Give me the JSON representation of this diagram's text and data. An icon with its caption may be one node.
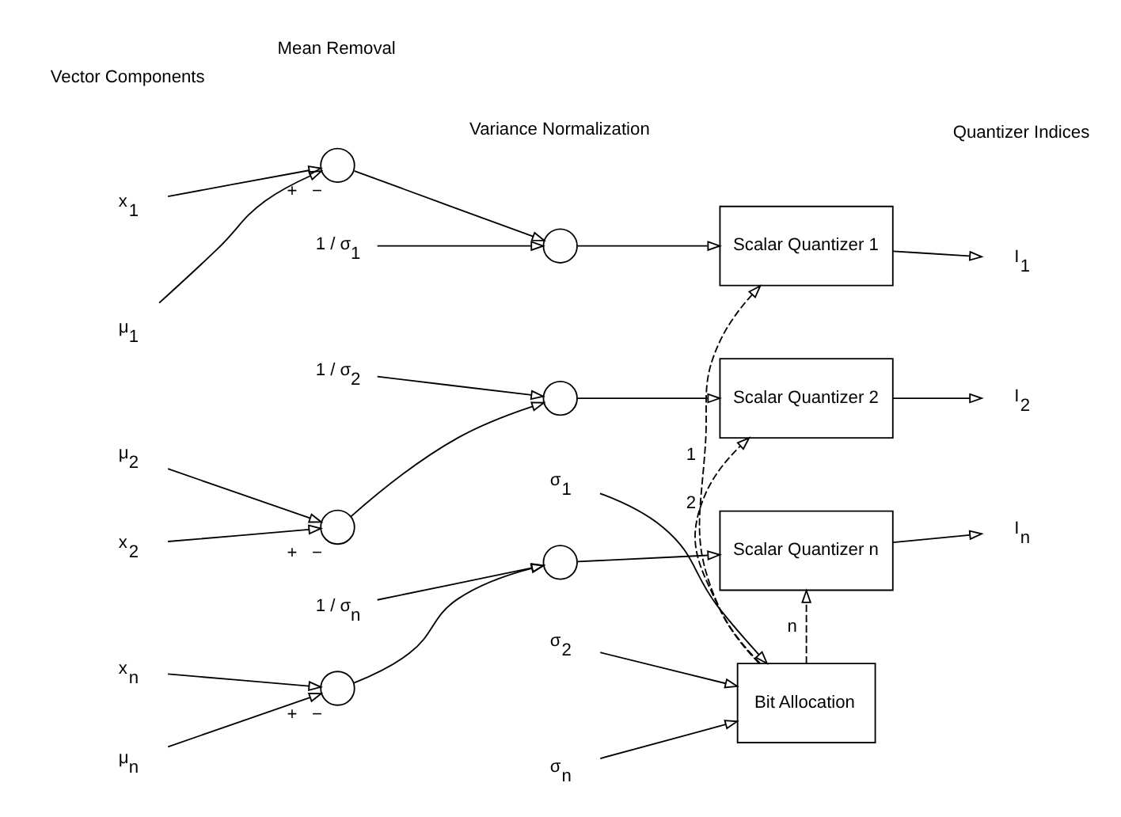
{
  "diagram": {
    "nodes": [
      {
        "text": [
          "x$_{1}$"
        ]
      },
      {
        "text": [
          "μ$_{1}$"
        ]
      },
      {
        "text": [],
        "shape": "circle",
        "beside": [
          "+",
          "−"
        ]
      },
      {
        "text": [
          "1 / σ$_{1}$"
        ]
      },
      {
        "text": [],
        "shape": "circle"
      },
      {
        "text": [
          "Scalar Quantizer 1"
        ]
      },
      {
        "text": [
          "I$_{1}$"
        ]
      },
      {
        "text": [
          "x$_{2}$"
        ]
      },
      {
        "text": [
          "μ$_{2}$"
        ]
      },
      {
        "text": [],
        "shape": "circle",
        "beside": [
          "+",
          "−"
        ]
      },
      {
        "text": [
          "1 / σ$_{2}$"
        ]
      },
      {
        "text": [],
        "shape": "circle"
      },
      {
        "text": [
          "Scalar Quantizer 2"
        ]
      },
      {
        "text": [
          "I$_{2}$"
        ]
      },
      {
        "text": [
          "x$_{n}$"
        ]
      },
      {
        "text": [
          "μ$_{n}$"
        ]
      },
      {
        "text": [],
        "shape": "circle",
        "beside": [
          "+",
          "−"
        ]
      },
      {
        "text": [
          "1 / σ$_{n}$"
        ]
      },
      {
        "text": [],
        "shape": "circle"
      },
      {
        "text": [
          "Scalar Quantizer n"
        ]
      },
      {
        "text": [
          "I$_{n}$"
        ]
      },
      {
        "text": [
          "σ$_{1}$"
        ]
      },
      {
        "text": [
          "σ$_{2}$"
        ]
      },
      {
        "text": [
          "σ$_{n}$"
        ]
      },
      {
        "text": [
          "Bit Allocation"
        ]
      }
    ],
    "edges": [
      {
        "from": 0,
        "to": 2,
        "arrow": "to"
      },
      {
        "from": 1,
        "to": 2,
        "arrow": "to"
      },
      {
        "from": 2,
        "to": 4,
        "arrow": "to"
      },
      {
        "from": 3,
        "to": 4,
        "arrow": "to"
      },
      {
        "from": 4,
        "to": 5,
        "arrow": "to"
      },
      {
        "from": 5,
        "to": 6,
        "arrow": "to"
      },
      {
        "from": 7,
        "to": 9,
        "arrow": "to"
      },
      {
        "from": 8,
        "to": 9,
        "arrow": "to"
      },
      {
        "from": 9,
        "to": 11,
        "arrow": "to"
      },
      {
        "from": 10,
        "to": 11,
        "arrow": "to"
      },
      {
        "from": 11,
        "to": 12,
        "arrow": "to"
      },
      {
        "from": 12,
        "to": 13,
        "arrow": "to"
      },
      {
        "from": 14,
        "to": 16,
        "arrow": "to"
      },
      {
        "from": 15,
        "to": 16,
        "arrow": "to"
      },
      {
        "from": 16,
        "to": 18,
        "arrow": "to"
      },
      {
        "from": 17,
        "to": 18,
        "arrow": "to"
      },
      {
        "from": 18,
        "to": 19,
        "arrow": "to"
      },
      {
        "from": 19,
        "to": 20,
        "arrow": "to"
      },
      {
        "from": 21,
        "to": 24,
        "arrow": "to"
      },
      {
        "from": 22,
        "to": 24,
        "arrow": "to"
      },
      {
        "from": 23,
        "to": 24,
        "arrow": "to"
      },
      {
        "from": 24,
        "to": 5,
        "arrow": "to",
        "label": "1",
        "style": "dashed"
      },
      {
        "from": 24,
        "to": 12,
        "arrow": "to",
        "label": "2",
        "style": "dashed"
      },
      {
        "from": 24,
        "to": 19,
        "arrow": "to",
        "label": "n",
        "style": "dashed"
      }
    ],
    "labels": [
      "Mean Removal",
      "Variance Normalization",
      "Vector Components",
      "Quantizer Indices"
    ]
  }
}
